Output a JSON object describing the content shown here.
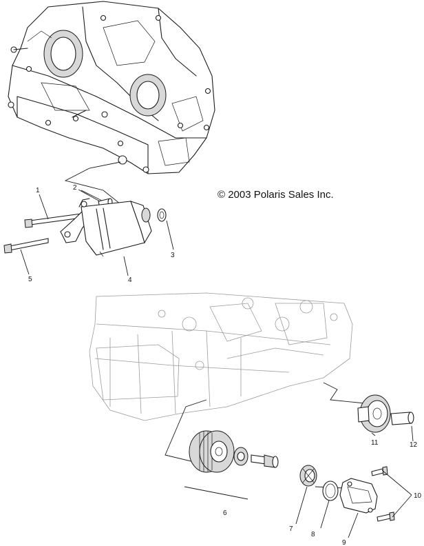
{
  "copyright": "© 2003 Polaris Sales Inc.",
  "callouts": {
    "c1": "1",
    "c2": "2",
    "c3": "3",
    "c4": "4",
    "c5": "5",
    "c6": "6",
    "c7": "7",
    "c8": "8",
    "c9": "9",
    "c10": "10",
    "c11": "11",
    "c12": "12"
  }
}
